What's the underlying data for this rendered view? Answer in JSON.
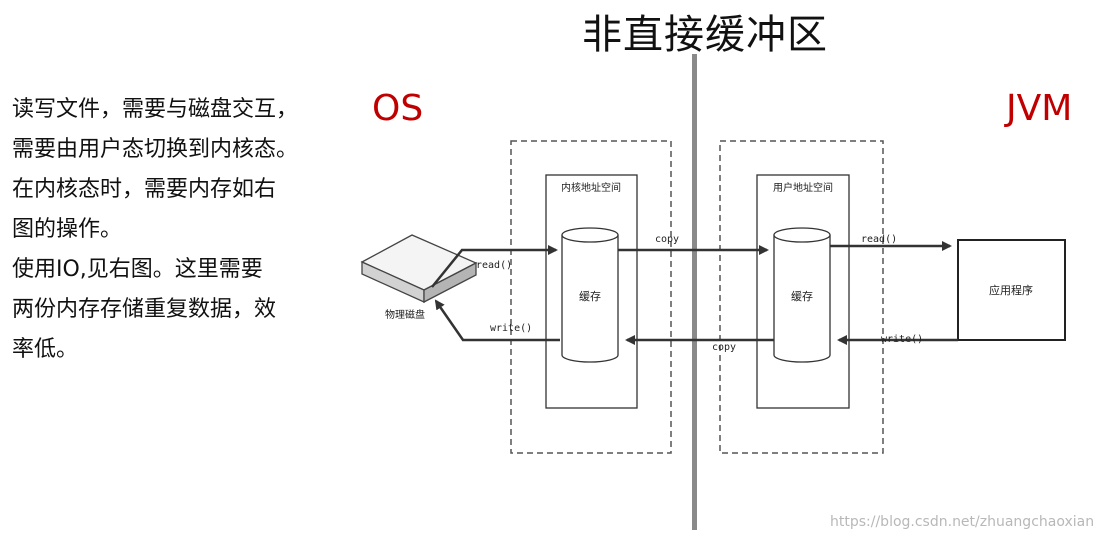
{
  "title": "非直接缓冲区",
  "description_lines": [
    "读写文件，需要与磁盘交互，",
    "需要由用户态切换到内核态。",
    "在内核态时，需要内存如右",
    "图的操作。",
    "使用IO,见右图。这里需要",
    "两份内存存储重复数据，效",
    "率低。"
  ],
  "os_label": "OS",
  "jvm_label": "JVM",
  "diagram": {
    "disk_label": "物理磁盘",
    "kernel_space_label": "内核地址空间",
    "user_space_label": "用户地址空间",
    "kernel_buffer_label": "缓存",
    "user_buffer_label": "缓存",
    "app_label": "应用程序",
    "read_label_1": "read()",
    "write_label_1": "write()",
    "copy_label_1": "copy",
    "copy_label_2": "copy",
    "read_label_2": "read()",
    "write_label_2": "write()"
  },
  "watermark": "https://blog.csdn.net/zhuangchaoxian",
  "colors": {
    "accent_red": "#c00000",
    "line": "#333333",
    "divider": "#888888"
  }
}
